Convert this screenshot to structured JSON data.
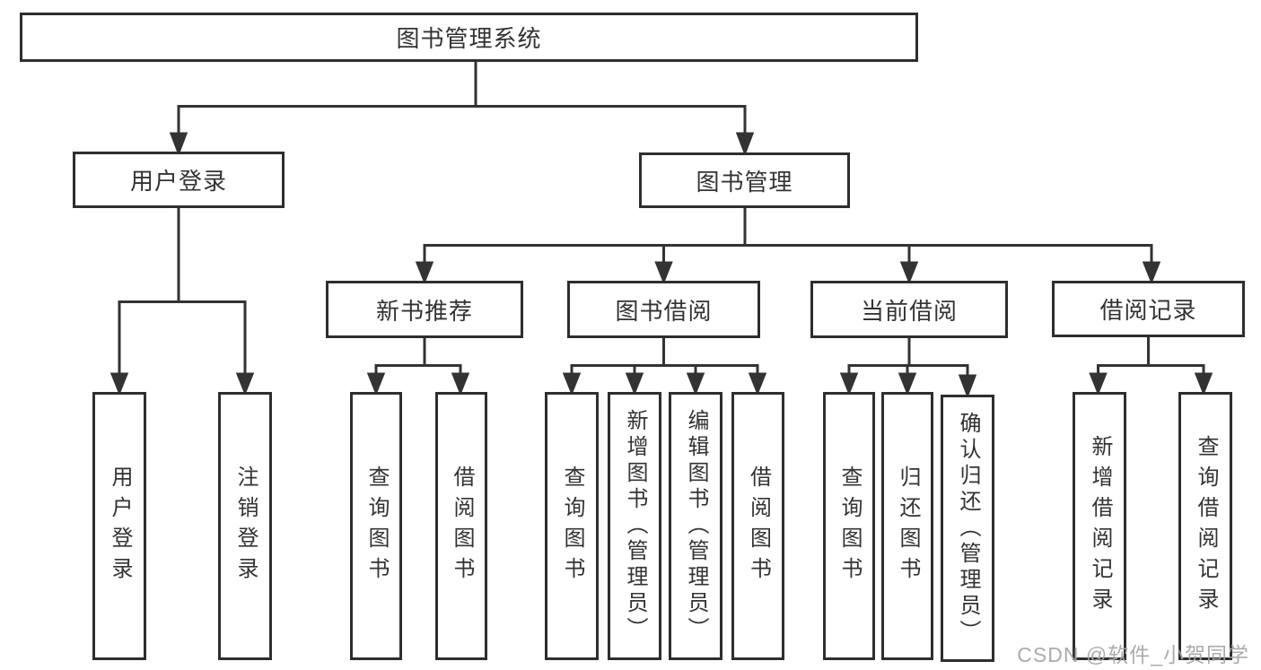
{
  "diagram": {
    "root": {
      "label": "图书管理系统"
    },
    "level2": [
      {
        "label": "用户登录"
      },
      {
        "label": "图书管理"
      }
    ],
    "level3": [
      {
        "label": "新书推荐"
      },
      {
        "label": "图书借阅"
      },
      {
        "label": "当前借阅"
      },
      {
        "label": "借阅记录"
      }
    ],
    "leaves": {
      "user_login": [
        "用户登录",
        "注销登录"
      ],
      "new_book_recommend": [
        "查询图书",
        "借阅图书"
      ],
      "book_borrow": [
        "查询图书",
        "新增图书（管理员）",
        "编辑图书（管理员）",
        "借阅图书"
      ],
      "current_borrow": [
        "查询图书",
        "归还图书",
        "确认归还（管理员）"
      ],
      "borrow_records": [
        "新增借阅记录",
        "查询借阅记录"
      ]
    }
  },
  "watermark": {
    "text": "CSDN @软件_小贺同学"
  },
  "colors": {
    "line": "#333333",
    "box_border": "#2e2e2e",
    "text": "#333333",
    "watermark": "#a4a4a4",
    "background": "#ffffff"
  }
}
